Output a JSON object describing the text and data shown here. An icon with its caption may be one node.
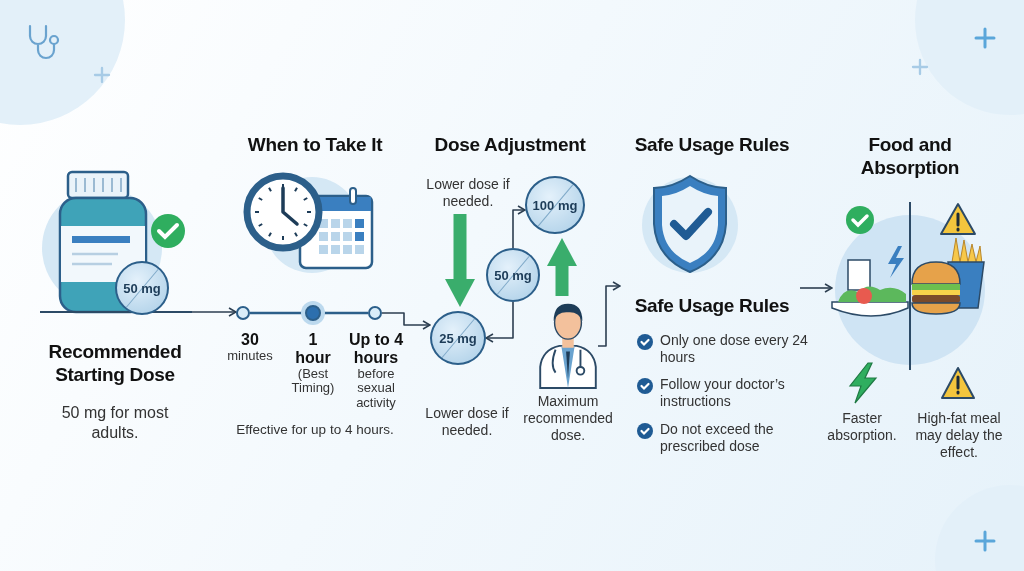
{
  "diagram": {
    "nodes": [
      {
        "text": [],
        "shape": "picture"
      },
      {
        "text": [
          "50 mg"
        ],
        "in": 0
      },
      {
        "text": [],
        "shape": "picture"
      },
      {
        "text": [],
        "shape": "circle",
        "beside": [
          "**30** minutes"
        ]
      },
      {
        "text": [],
        "shape": "circle",
        "beside": [
          "**1 hour** (Best Timing)"
        ]
      },
      {
        "text": [],
        "shape": "circle",
        "beside": [
          "**Up to 4 hours** before sexual activity"
        ]
      },
      {
        "text": [
          "Lower dose if needed."
        ]
      },
      {
        "text": [
          "100 mg"
        ]
      },
      {
        "text": [
          "50 mg"
        ]
      },
      {
        "text": [
          "25 mg"
        ],
        "beside": [
          "Lower dose if needed."
        ]
      },
      {
        "text": [],
        "shape": "person",
        "beside": [
          "Maximum recommended dose."
        ]
      },
      {
        "text": [],
        "shape": "picture"
      },
      {
        "text": [],
        "shape": "picture"
      }
    ],
    "edges": [
      {
        "from": 0,
        "to": 3,
        "arrow": "to"
      },
      {
        "from": 3,
        "to": 4,
        "arrow": "none"
      },
      {
        "from": 4,
        "to": 5,
        "arrow": "none"
      },
      {
        "from": 5,
        "to": 9,
        "arrow": "to"
      },
      {
        "from": 8,
        "to": 7,
        "arrow": "to"
      },
      {
        "from": 8,
        "to": 9,
        "arrow": "to"
      },
      {
        "from": 6,
        "to": 9,
        "arrow": "to",
        "style": "thick",
        "color": "#3aad6c"
      },
      {
        "from": 10,
        "to": 7,
        "arrow": "to",
        "style": "thick",
        "color": "#3aad6c"
      },
      {
        "from": 10,
        "to": null,
        "arrow": "to"
      },
      {
        "from": null,
        "to": 12,
        "arrow": "to"
      }
    ],
    "labels": [
      "Recommended Starting Dose",
      "50 mg for most adults.",
      "When to Take It",
      "Effective for up to 4 hours.",
      "Dose Adjustment",
      "Safe Usage Rules",
      "Safe Usage Rules",
      "Only one dose every 24 hours",
      "Follow your doctor’s instructions",
      "Do not exceed the prescribed dose",
      "Food and Absorption",
      "Faster absorption.",
      "High-fat meal may delay the effect."
    ]
  }
}
